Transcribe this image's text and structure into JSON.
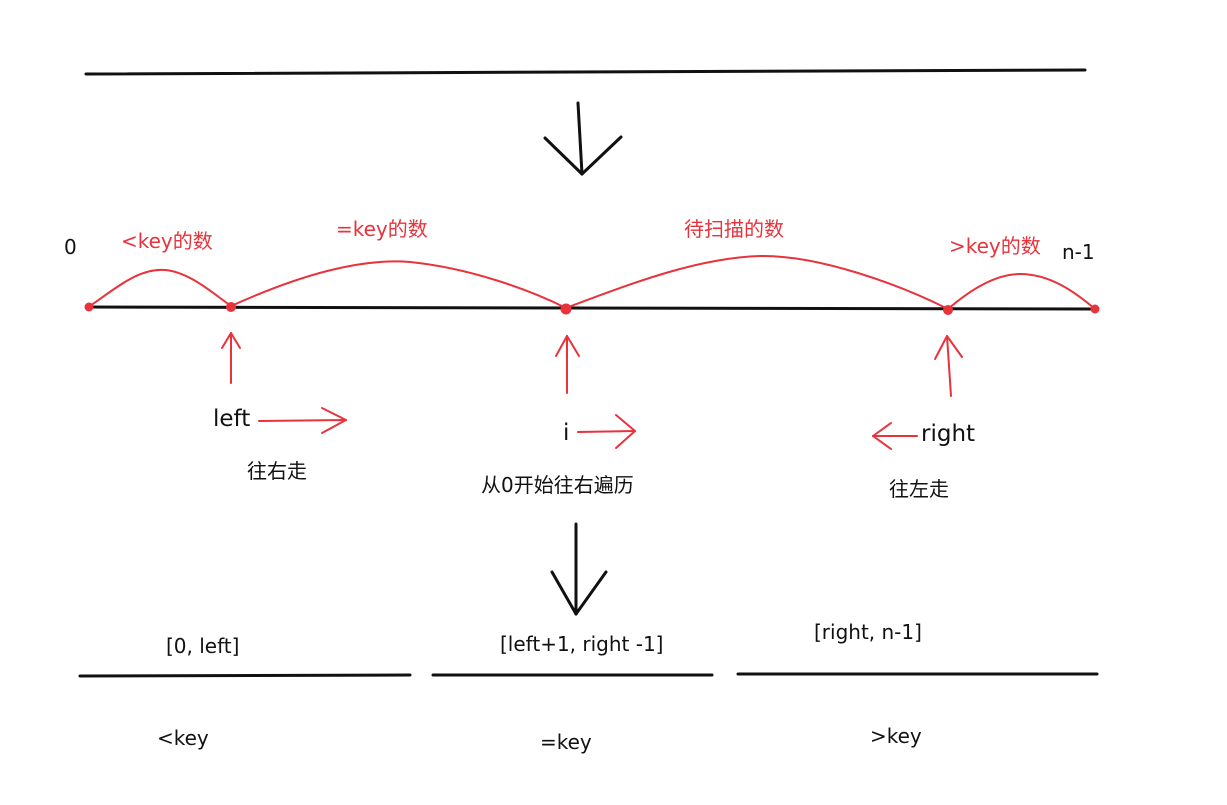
{
  "colors": {
    "ink": "#111111",
    "accent": "#e8323c"
  },
  "array": {
    "start_index": "0",
    "end_index": "n-1"
  },
  "regions": {
    "less": "<key的数",
    "equal": "=key的数",
    "unscanned": "待扫描的数",
    "greater": ">key的数"
  },
  "pointers": {
    "left": {
      "name": "left",
      "note": "往右走"
    },
    "i": {
      "name": "i",
      "note": "从0开始往右遍历"
    },
    "right": {
      "name": "right",
      "note": "往左走"
    }
  },
  "result": {
    "ranges": [
      "[0, left]",
      "[left+1, right -1]",
      "[right, n-1]"
    ],
    "meanings": [
      "<key",
      "=key",
      ">key"
    ]
  }
}
